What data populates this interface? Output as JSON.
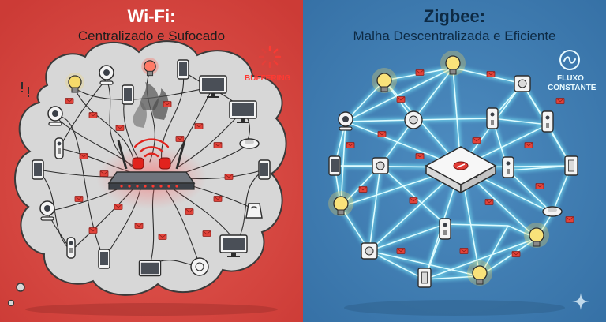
{
  "colors": {
    "wifi_bg": "#d9453f",
    "zigbee_bg": "#3f7fb3",
    "cloud": "#d7d7d7",
    "link_glow": "#7ff0ff",
    "envelope": "#e2443b",
    "bulb": "#f3d35a"
  },
  "wifi": {
    "title": "Wi-Fi:",
    "subtitle": "Centralizado e Sufocado",
    "status_label": "BUFFERING",
    "icons": [
      "router-icon",
      "buffering-spinner-icon",
      "smoke-icon",
      "lightbulb-icon",
      "camera-icon",
      "tablet-icon",
      "monitor-icon",
      "smartphone-icon",
      "smoke-detector-icon",
      "remote-icon",
      "envelope-icon"
    ]
  },
  "zigbee": {
    "title": "Zigbee:",
    "subtitle": "Malha Descentralizada e Eficiente",
    "status_line1": "FLUXO",
    "status_line2": "CONSTANTE",
    "icons": [
      "zigbee-hub-icon",
      "flow-wave-icon",
      "lightbulb-icon",
      "camera-icon",
      "sensor-icon",
      "switch-icon",
      "plug-icon",
      "envelope-icon",
      "sparkle-icon"
    ]
  }
}
